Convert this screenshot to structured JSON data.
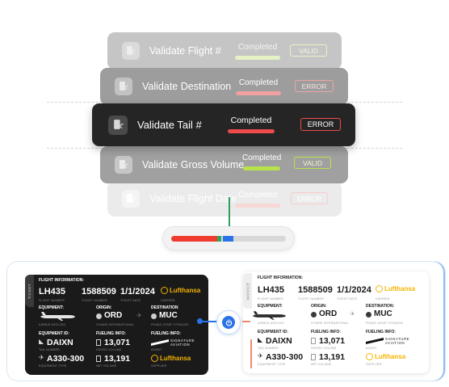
{
  "validations": [
    {
      "title": "Validate Flight #",
      "status": "Completed",
      "badge": "VALID"
    },
    {
      "title": "Validate Destination",
      "status": "Completed",
      "badge": "ERROR"
    },
    {
      "title": "Validate Tail #",
      "status": "Completed",
      "badge": "ERROR"
    },
    {
      "title": "Validate Gross Volume",
      "status": "Completed",
      "badge": "VALID"
    },
    {
      "title": "Validate Flight Date",
      "status": "Completed",
      "badge": "ERROR"
    }
  ],
  "progress": {
    "red": 0.4,
    "green": 0.04,
    "blue": 0.09
  },
  "colors": {
    "valid": "#b7e24a",
    "error": "#ef4b4b",
    "connector": "#2f9e5a",
    "accent": "#2b73e8",
    "brand": "#f5b400"
  },
  "ticket": {
    "tag": "TICKET",
    "flight_info": "FLIGHT INFORMATION:",
    "flight": "LH435",
    "flight_label": "FLIGHT NUMBER",
    "ticket_no": "1588509",
    "ticket_no_label": "TICKET NUMBER",
    "date": "1/1/2024",
    "date_label": "TICKET DATE",
    "carrier": "Lufthansa",
    "carrier_label": "CARRIER",
    "equipment_hdr": "EQUIPMENT:",
    "equipment_sub": "AIRBUS A330-300",
    "origin_hdr": "ORIGIN:",
    "origin": "ORD",
    "origin_sub": "O'HARE INTERNATIONAL",
    "dest_hdr": "DESTINATION",
    "dest": "MUC",
    "dest_sub": "FRANZ JOSEF STRAUSS",
    "equip_id_hdr": "EQUIPMENT ID:",
    "tail": "DAIXN",
    "tail_label": "TAIL NUMBER",
    "type": "A330-300",
    "type_label": "EQUIPMENT TYPE",
    "fueling_hdr": "FUELING INFO:",
    "gross": "13,071",
    "gross_label": "GROSS VOLUME",
    "net": "13,191",
    "net_label": "NET VOLUME",
    "agent_hdr": "FUELING INFO:",
    "agent": "SIGNATURE AVIATION",
    "agent_label": "AGENT",
    "supplier": "Lufthansa",
    "supplier_label": "SUPPLIER"
  },
  "invoice": {
    "tag": "INVOICE",
    "flight_info": "FLIGHT INFORMATION:",
    "flight": "LH435",
    "flight_label": "FLIGHT NUMBER",
    "ticket_no": "1588509",
    "ticket_no_label": "TICKET NUMBER",
    "date": "1/1/2024",
    "date_label": "TICKET DATE",
    "carrier": "Lufthansa",
    "carrier_label": "CARRIER",
    "equipment_hdr": "EQUIPMENT:",
    "equipment_sub": "AIRBUS A330-300",
    "origin_hdr": "ORIGIN:",
    "origin": "ORD",
    "origin_sub": "O'HARE INTERNATIONAL",
    "dest_hdr": "DESTINATION:",
    "dest": "MUC",
    "dest_sub": "FRANZ JOSEF STRAUSS",
    "equip_id_hdr": "EQUIPMENT ID:",
    "tail": "DAIXN",
    "tail_label": "TAIL NUMBER",
    "type": "A330-300",
    "type_label": "EQUIPMENT TYPE",
    "fueling_hdr": "FUELING INFO:",
    "gross": "13,071",
    "gross_label": "GROSS VOLUME",
    "net": "13,191",
    "net_label": "NET VOLUME",
    "agent_hdr": "FUELING INFO:",
    "agent": "SIGNATURE AVIATION",
    "agent_label": "AGENT",
    "supplier": "Lufthansa",
    "supplier_label": "SUPPLIER"
  }
}
